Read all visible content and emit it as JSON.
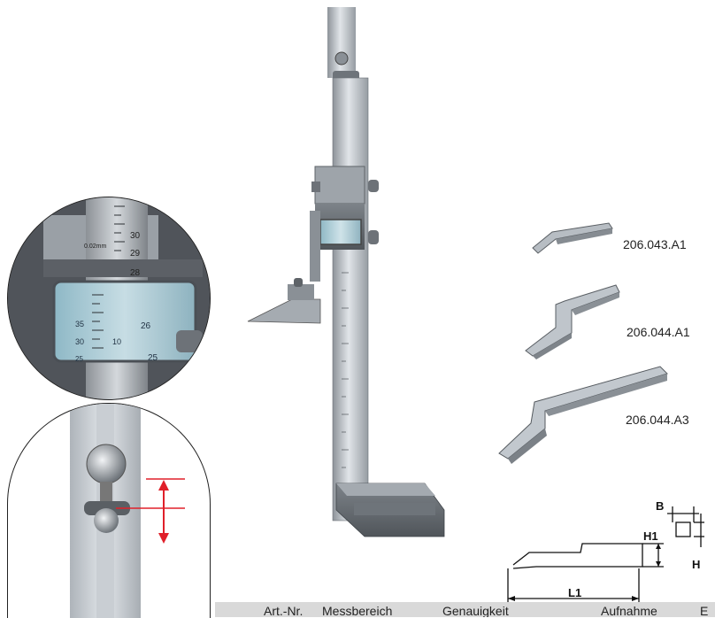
{
  "accessories": [
    {
      "code": "206.043.A1"
    },
    {
      "code": "206.044.A1"
    },
    {
      "code": "206.044.A3"
    }
  ],
  "dimension_labels": {
    "b": "B",
    "h1": "H1",
    "h": "H",
    "l1": "L1"
  },
  "detail_scale": {
    "main_top": "30",
    "main_mid": "29",
    "main_low": "28",
    "vernier_a": "35",
    "vernier_b": "30",
    "vernier_c": "10",
    "vernier_d": "26",
    "vernier_e": "25",
    "vernier_f": "25",
    "res": "0.02mm"
  },
  "table": {
    "headers": [
      "Art.-Nr.",
      "Messbereich",
      "Genauigkeit",
      "Aufnahme",
      "E"
    ]
  }
}
